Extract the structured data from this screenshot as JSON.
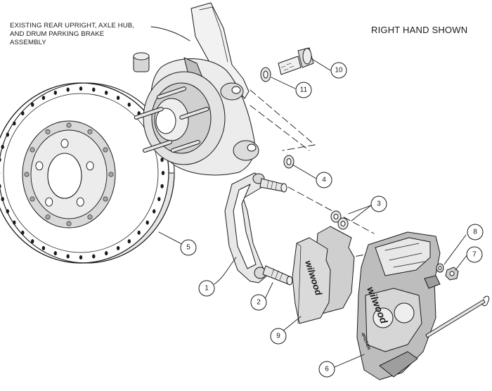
{
  "notes": {
    "assembly_lines": [
      "EXISTING REAR UPRIGHT, AXLE HUB,",
      "AND DRUM PARKING BRAKE",
      "ASSEMBLY"
    ],
    "view": "RIGHT HAND SHOWN"
  },
  "callouts": [
    {
      "id": "1",
      "text": "1"
    },
    {
      "id": "2",
      "text": "2"
    },
    {
      "id": "3",
      "text": "3"
    },
    {
      "id": "4",
      "text": "4"
    },
    {
      "id": "5",
      "text": "5"
    },
    {
      "id": "6",
      "text": "6"
    },
    {
      "id": "7",
      "text": "7"
    },
    {
      "id": "8",
      "text": "8"
    },
    {
      "id": "9",
      "text": "9"
    },
    {
      "id": "10",
      "text": "10"
    },
    {
      "id": "11",
      "text": "11"
    }
  ],
  "branding": {
    "pad_text": "wilwood",
    "caliper_text": "wilwood",
    "caliper_small": "4PISTON"
  },
  "colors": {
    "line": "#1a1a1a",
    "light_fill": "#eeeeee",
    "mid_fill": "#cfcfcf",
    "dark_fill": "#8a8a8a"
  }
}
